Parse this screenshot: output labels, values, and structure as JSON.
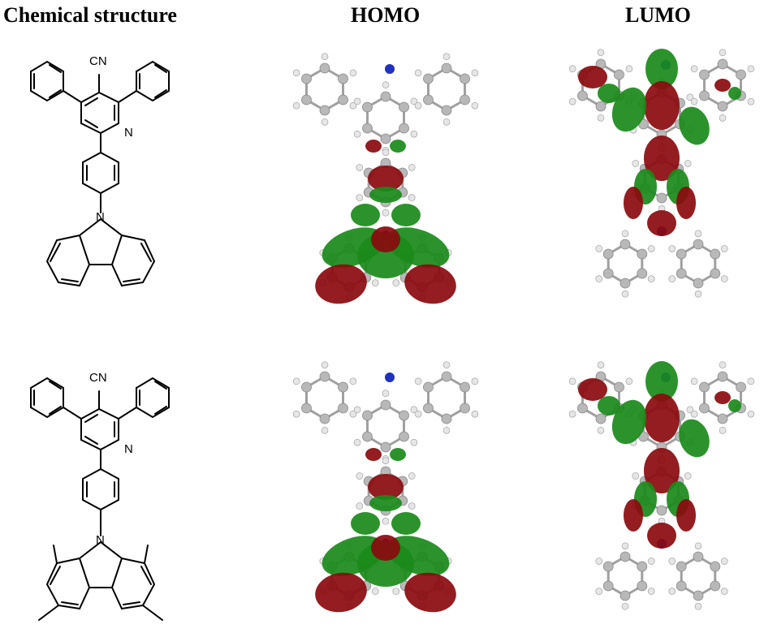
{
  "headers": {
    "chem": "Chemical structure",
    "homo": "HOMO",
    "lumo": "LUMO"
  },
  "atom_labels": {
    "nitrile": "CN",
    "pyridine_n": "N",
    "carbazole_n": "N"
  },
  "colors": {
    "lobe_red": "#8b0a0e",
    "lobe_green": "#1a8a1a",
    "carbon": "#b8b8b8",
    "hydrogen": "#e6e6e6",
    "nitrogen": "#2030c0",
    "stick": "#a0a0a0"
  }
}
